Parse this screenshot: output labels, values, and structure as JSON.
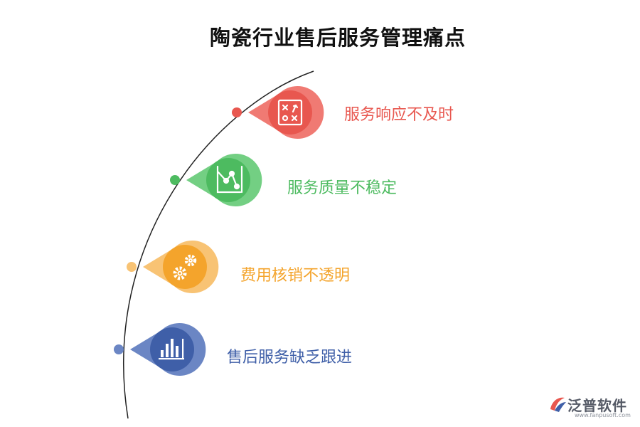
{
  "title": "陶瓷行业售后服务管理痛点",
  "items": [
    {
      "label": "服务响应不及时",
      "color": "#e8574f",
      "light": "#f07a73",
      "icon": "tactics-board-icon"
    },
    {
      "label": "服务质量不稳定",
      "color": "#4dbb60",
      "light": "#73cf83",
      "icon": "line-chart-icon"
    },
    {
      "label": "费用核销不透明",
      "color": "#f4a42c",
      "light": "#f8c374",
      "icon": "gears-icon"
    },
    {
      "label": "售后服务缺乏跟进",
      "color": "#3f5fa8",
      "light": "#6b86c4",
      "icon": "bar-chart-icon"
    }
  ],
  "logo": {
    "name": "泛普软件",
    "url": "www.fanpusoft.com"
  }
}
